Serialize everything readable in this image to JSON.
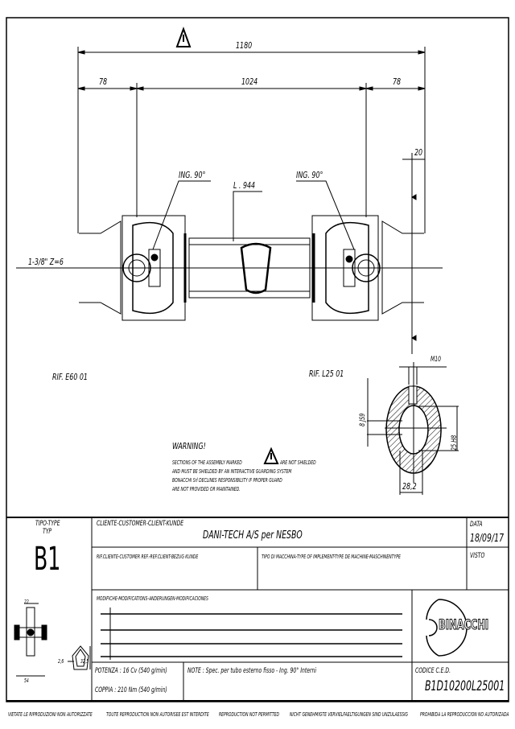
{
  "drawing": {
    "dim_total": "1180",
    "dim_left": "78",
    "dim_mid": "1024",
    "dim_right": "78",
    "dim_offset": "20",
    "joint_left": "ING. 90°",
    "joint_right": "ING. 90°",
    "tube_length": "L . 944",
    "spline": "1-3/8\" Z=6",
    "ref_left": "RIF. E60 01",
    "ref_right": "RIF. L25 01",
    "section": {
      "thread": "M10",
      "key": "8 JS9",
      "bore": "25 H8",
      "height": "28,2"
    }
  },
  "warning": {
    "title": "WARNING!",
    "lines": [
      "SECTIONS OF THE ASSEMBLY MARKED",
      "ARE NOT SHIELDED",
      "AND MUST BE SHIELDED BY AN INTERACTIVE GUARDING SYSTEM",
      "BONACCHI Srl DECLINES RESPONSIBILITY IF PROPER GUARD",
      "ARE NOT PROVIDED OR MAINTAINED."
    ]
  },
  "title_block": {
    "type_label": "TIPO-TYPE",
    "type_label2": "TYP",
    "type_value": "B1",
    "client_label": "CLIENTE-CUSTOMER-CLIENT-KUNDE",
    "client_value": "DANI-TECH A/S per NESBO",
    "date_label": "DATA",
    "date_value": "18/09/17",
    "ref_label": "RIF.CLIENTE-CUSTOMER REF.-REF.CLIENT-BEZUG KUNDE",
    "machine_label": "TIPO DI MACCHINA-TYPE OF IMPLEMENT-TYPE DE MACHINE-MASCHINENTYPE",
    "visto_label": "VISTO",
    "mod_label": "MODIFICHE-MODIFICATIONS-ANDERUNGEN-MODIFICACIONES",
    "cross_dims": {
      "a": "22",
      "b": "54",
      "c": "2,6",
      "d": "32,5"
    },
    "power": "POTENZA : 16 Cv (540 g/min)",
    "torque": "COPPIA : 210 Nm (540 g/min)",
    "note": "NOTE : Spec. per tubo esterno fisso - Ing. 90° Interni",
    "code_label": "CODICE C.E.D.",
    "code_value": "B1D10200L25001",
    "logo": "BINACCHI"
  },
  "footer": [
    "VIETATE LE RIPRODUZIONI NON AUTORIZZATE",
    "TOUTE REPRODUCTION NON AUTORISEE EST INTERDITE",
    "REPRODUCTION NOT PERMITTED",
    "NICHT GENEHMIGTE VERVIELFAELTIGUNGEN SIND UNZULAESSIG",
    "PROHIBIDA LA REPRODUCCION NO AUTORIZADA"
  ]
}
